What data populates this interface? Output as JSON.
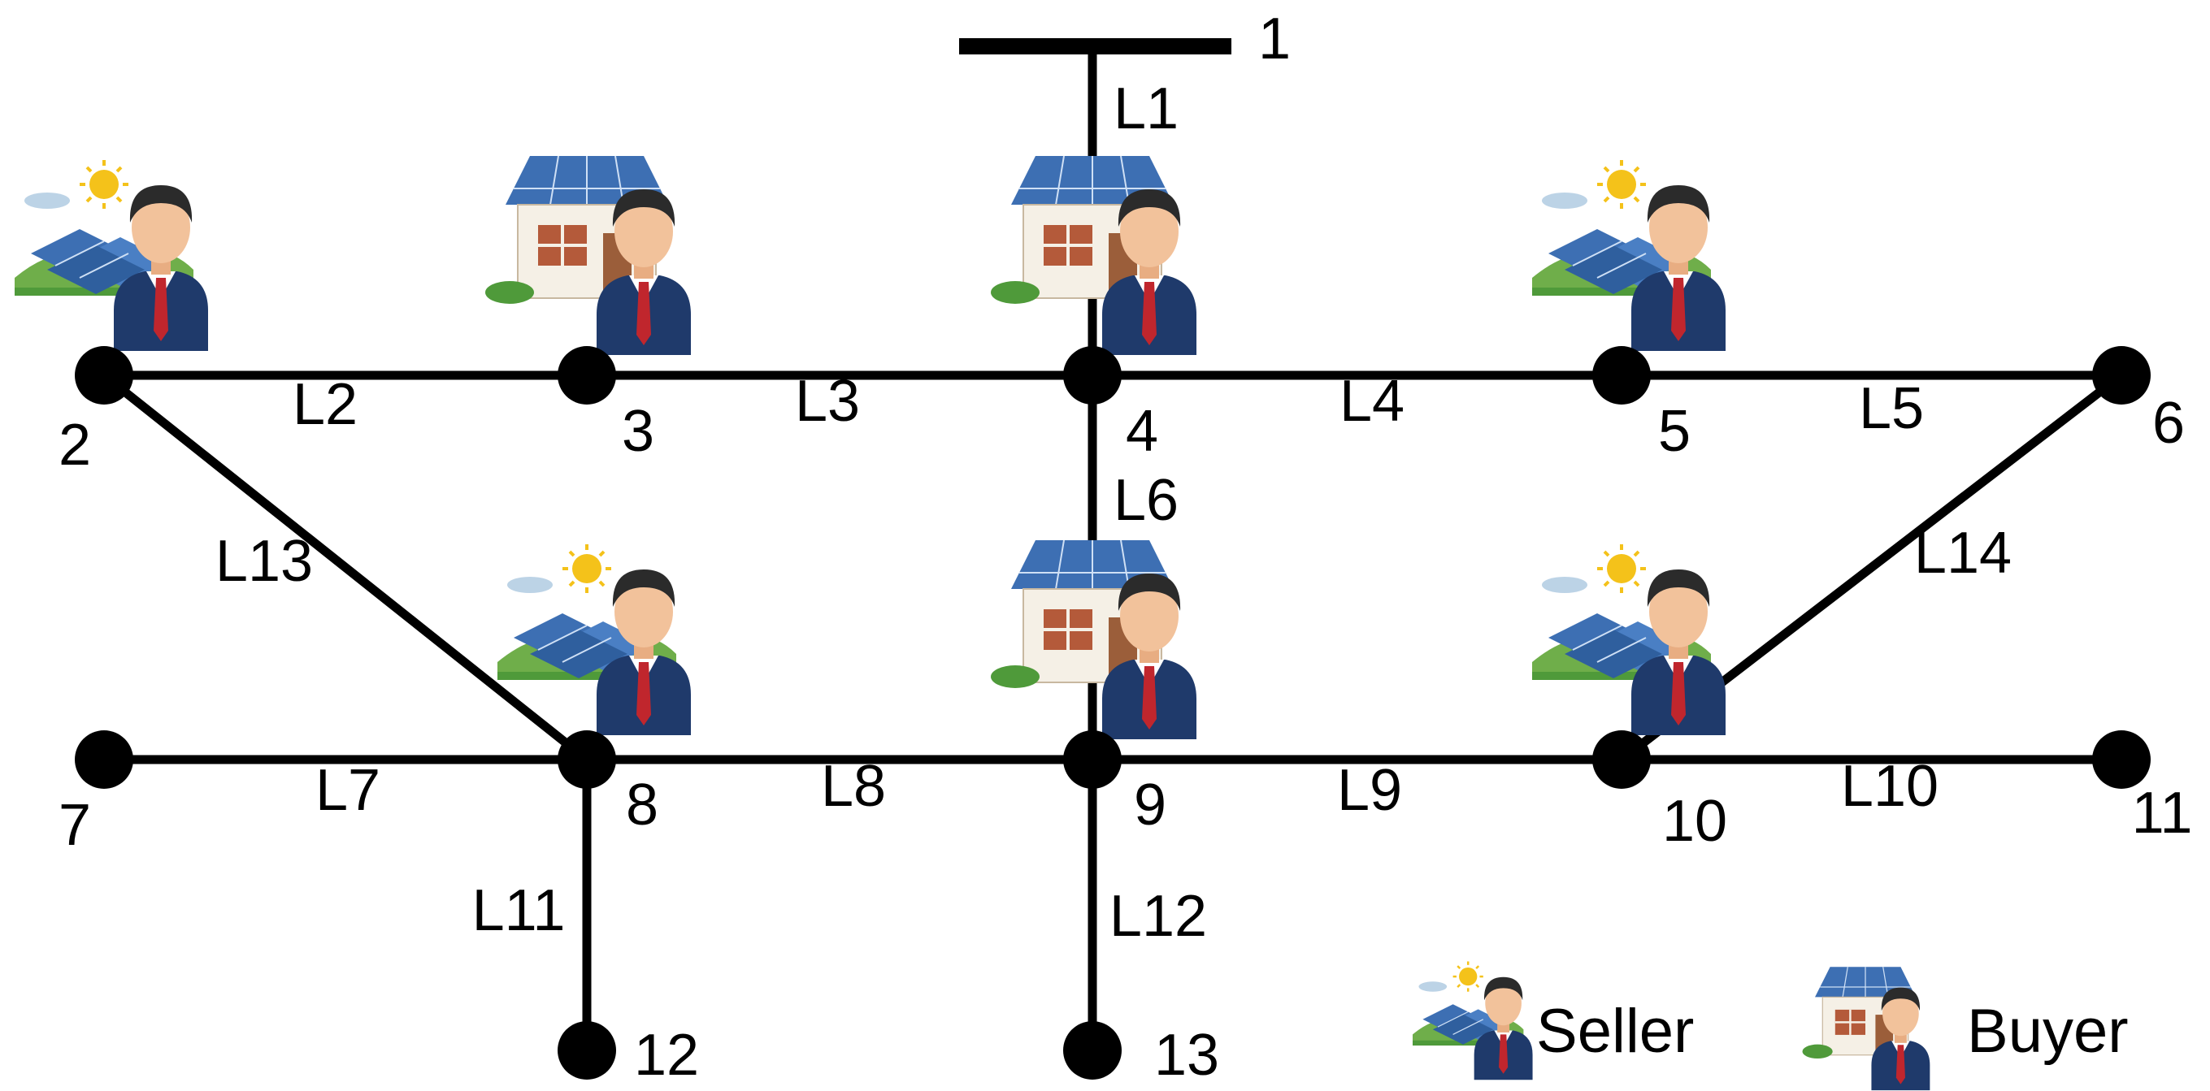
{
  "nodes": [
    "1",
    "2",
    "3",
    "4",
    "5",
    "6",
    "7",
    "8",
    "9",
    "10",
    "11",
    "12",
    "13"
  ],
  "lines": [
    "L1",
    "L2",
    "L3",
    "L4",
    "L5",
    "L6",
    "L7",
    "L8",
    "L9",
    "L10",
    "L11",
    "L12",
    "L13",
    "L14"
  ],
  "sellers_at": [
    "2",
    "5",
    "8",
    "10"
  ],
  "buyers_at": [
    "3",
    "4",
    "9"
  ],
  "legend": {
    "seller": "Seller",
    "buyer": "Buyer"
  },
  "icons": {
    "seller": "solar-farm-person-icon",
    "buyer": "solar-house-person-icon"
  },
  "colors": {
    "line": "#000000",
    "panel": "#3d6fb3",
    "sun": "#f4c21a",
    "suit": "#1f3a6b",
    "tie": "#c0262d",
    "skin": "#f2c29b",
    "grass": "#4f9a3a"
  }
}
